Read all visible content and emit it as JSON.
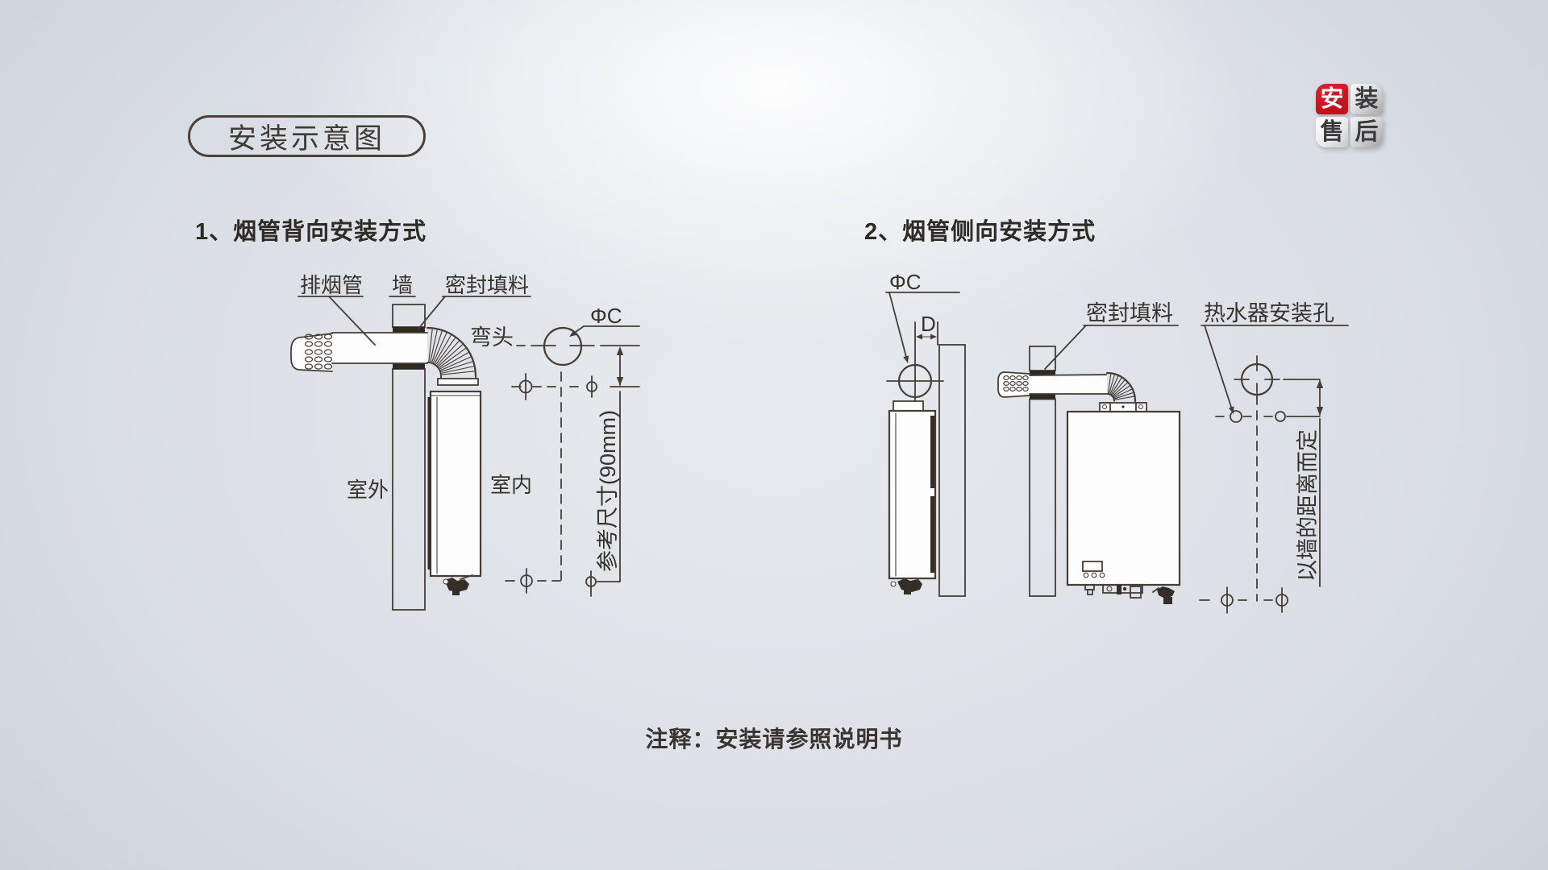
{
  "badge": {
    "title": "安装示意图"
  },
  "logo": {
    "tiles": [
      {
        "label": "安"
      },
      {
        "label": "装"
      },
      {
        "label": "售"
      },
      {
        "label": "后"
      }
    ]
  },
  "diagram1": {
    "title": "1、烟管背向安装方式",
    "labels": {
      "exhaust_pipe": "排烟管",
      "wall": "墙",
      "sealing_filler": "密封填料",
      "elbow": "弯头",
      "hole_diameter": "ΦC",
      "outdoor": "室外",
      "indoor": "室内",
      "reference_size": "参考尺寸(90mm)"
    }
  },
  "diagram2": {
    "title": "2、烟管侧向安装方式",
    "labels": {
      "hole_diameter": "ΦC",
      "gap_dimension": "D",
      "sealing_filler": "密封填料",
      "mounting_hole": "热水器安装孔",
      "wall_distance": "以墙的距离而定"
    }
  },
  "footnote": "注释：安装请参照说明书",
  "colors": {
    "accent_red": "#c5101d",
    "line_dark": "#453d36",
    "text_dark": "#37322d"
  }
}
